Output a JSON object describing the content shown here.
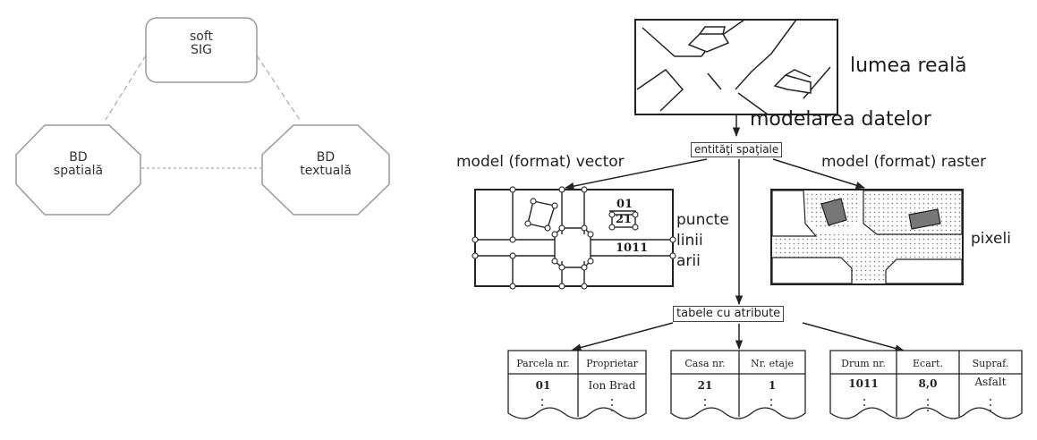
{
  "left_diagram": {
    "top_node": {
      "line1": "soft",
      "line2": "SIG"
    },
    "left_node": {
      "line1": "BD",
      "line2": "spatială"
    },
    "right_node": {
      "line1": "BD",
      "line2": "textuală"
    }
  },
  "right_diagram": {
    "real_world_label": "lumea reală",
    "modeling_label": "modelarea datelor",
    "spatial_entities_label": "entităţi spaţiale",
    "vector_label": "model (format) vector",
    "raster_label": "model (format) raster",
    "vector_ids": {
      "id1": "01",
      "id2": "21",
      "id3": "1011"
    },
    "vector_legend": {
      "points": "puncte",
      "lines": "linii",
      "areas": "arii"
    },
    "pixels_label": "pixeli",
    "attribute_tables_label": "tabele cu atribute",
    "tables": [
      {
        "headers": [
          "Parcela nr.",
          "Proprietar"
        ],
        "values": [
          "01",
          "Ion Brad"
        ]
      },
      {
        "headers": [
          "Casa nr.",
          "Nr. etaje"
        ],
        "values": [
          "21",
          "1"
        ]
      },
      {
        "headers": [
          "Drum nr.",
          "Ecart.",
          "Supraf."
        ],
        "values": [
          "1011",
          "8,0",
          "Asfalt"
        ]
      }
    ]
  }
}
